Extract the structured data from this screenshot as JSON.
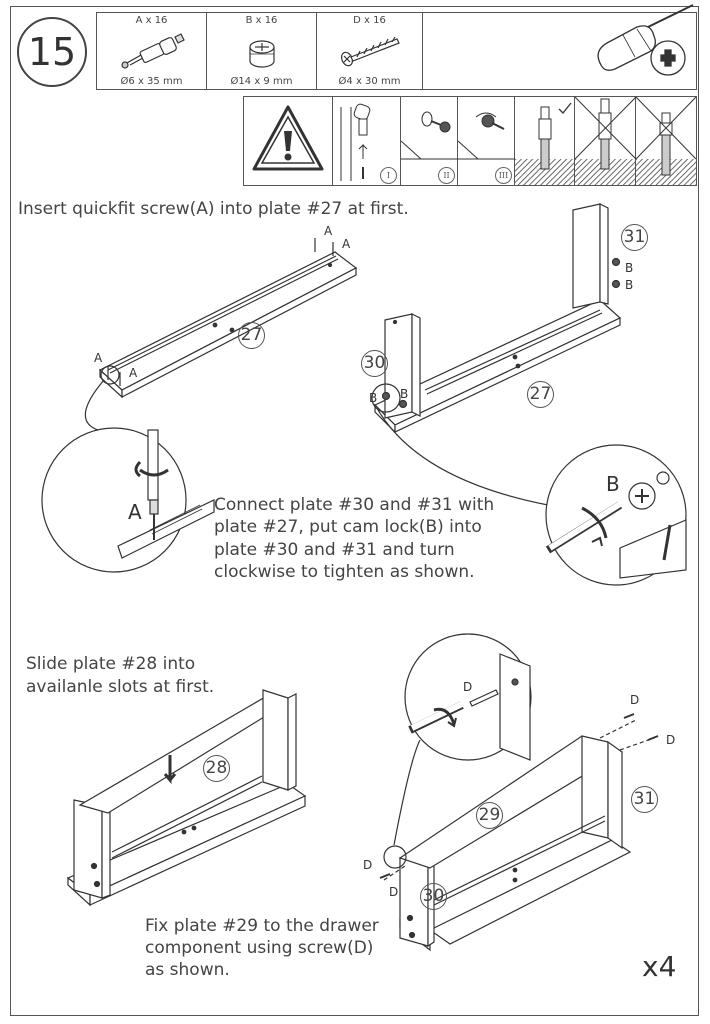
{
  "step": {
    "number": "15"
  },
  "parts": [
    {
      "label": "A  x  16",
      "size": "Ø6 x 35 mm",
      "icon": "quickfit-screw-icon"
    },
    {
      "label": "B x 16",
      "size": "Ø14 x 9 mm",
      "icon": "cam-lock-icon"
    },
    {
      "label": "D  x 16",
      "size": "Ø4 x 30 mm",
      "icon": "wood-screw-icon"
    }
  ],
  "tools": {
    "icon": "phillips-screwdriver-icon"
  },
  "warning": {
    "icon": "warning-triangle-icon",
    "steps": [
      "I",
      "II",
      "III"
    ],
    "checkmark_icon": "checkmark-icon",
    "cross_icon": "cross-icon"
  },
  "instructions": {
    "insert_screw": "Insert quickfit screw(A) into plate #27 at first.",
    "connect_lines": [
      "Connect plate #30 and #31 with",
      "plate #27, put cam lock(B) into",
      "plate #30 and #31 and turn",
      "clockwise to tighten as shown."
    ],
    "slide_lines": [
      "Slide plate #28 into",
      "availanle slots at first."
    ],
    "fix_lines": [
      "Fix plate #29 to the drawer",
      "component using screw(D)",
      "as shown."
    ]
  },
  "plates": {
    "p27": "27",
    "p30": "30",
    "p31": "31",
    "p28": "28",
    "p29": "29"
  },
  "part_letters": {
    "a": "A",
    "b": "B",
    "d": "D"
  },
  "multiplier": "x4"
}
